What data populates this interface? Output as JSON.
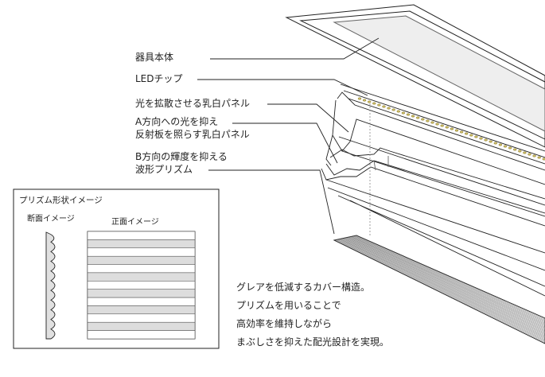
{
  "labels": {
    "body": "器具本体",
    "led": "LEDチップ",
    "panel1": "光を拡散させる乳白パネル",
    "panel2_line1": "A方向への光を抑え",
    "panel2_line2": "反射板を照らす乳白パネル",
    "prism_line1": "B方向の輝度を抑える",
    "prism_line2": "波形プリズム"
  },
  "inset": {
    "title": "プリズム形状イメージ",
    "section_label": "断面イメージ",
    "front_label": "正面イメージ"
  },
  "description": {
    "lines": [
      "グレアを低減するカバー構造。",
      "プリズムを用いることで",
      "高効率を維持しながら",
      "まぶしさを抑えた配光設計を実現。"
    ]
  },
  "colors": {
    "line": "#222222",
    "led": "#c8b860",
    "panel_fill": "#ffffff",
    "body_fill": "#eeeeee"
  }
}
